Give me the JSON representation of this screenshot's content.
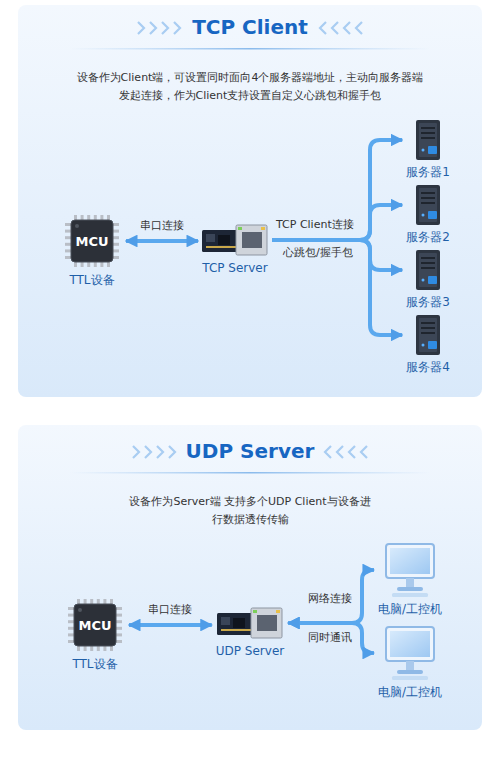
{
  "diagram": {
    "nodes": [
      {
        "text": [
          "TCP Client",
          "设备作为Client端，可设置同时面向4个服务器端地址，主动向服务器端发起连接，作为Client支持设置自定义心跳包和握手包"
        ]
      },
      {
        "text": [
          "MCU",
          "TTL设备"
        ],
        "in": 0
      },
      {
        "text": [
          "TCP Server"
        ],
        "in": 0
      },
      {
        "text": [
          "服务器1"
        ],
        "in": 0
      },
      {
        "text": [
          "服务器2"
        ],
        "in": 0
      },
      {
        "text": [
          "服务器3"
        ],
        "in": 0
      },
      {
        "text": [
          "服务器4"
        ],
        "in": 0
      },
      {
        "text": [
          "UDP Server",
          "设备作为Server端 支持多个UDP Client与设备进行数据透传传输"
        ]
      },
      {
        "text": [
          "MCU",
          "TTL设备"
        ],
        "in": 7
      },
      {
        "text": [
          "UDP Server"
        ],
        "in": 7
      },
      {
        "text": [
          "电脑/工控机"
        ],
        "in": 7
      },
      {
        "text": [
          "电脑/工控机"
        ],
        "in": 7
      }
    ],
    "edges": [
      {
        "from": 1,
        "to": 2,
        "arrow": "both",
        "label": "串口连接"
      },
      {
        "from": 2,
        "to": 3,
        "arrow": "to"
      },
      {
        "from": 2,
        "to": 4,
        "arrow": "to"
      },
      {
        "from": 2,
        "to": 5,
        "arrow": "to"
      },
      {
        "from": 2,
        "to": 6,
        "arrow": "to"
      },
      {
        "from": 8,
        "to": 9,
        "arrow": "both",
        "label": "串口连接"
      },
      {
        "from": 9,
        "to": 10,
        "arrow": "both",
        "label": "网络连接"
      },
      {
        "from": 9,
        "to": 11,
        "arrow": "both",
        "label": "同时通讯"
      }
    ],
    "labels": [
      "TCP Client连接",
      "心跳包/握手包"
    ]
  }
}
